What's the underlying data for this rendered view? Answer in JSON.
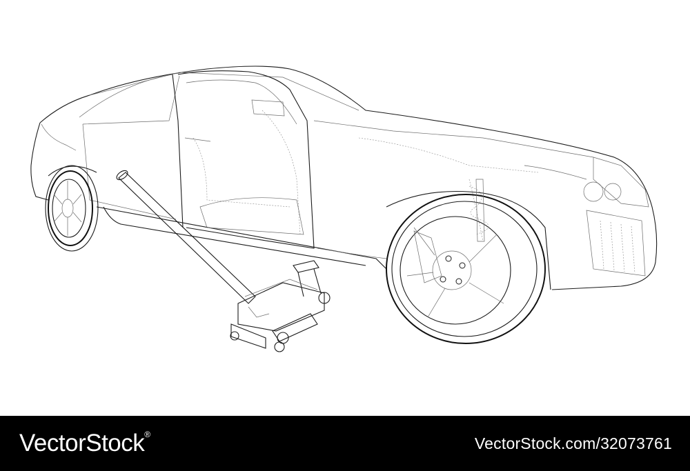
{
  "illustration": {
    "subject_icon": "car-with-floor-jack-wireframe"
  },
  "footer": {
    "brand": "VectorStock",
    "registered_mark": "®",
    "credit": "VectorStock.com/32073761",
    "background": "#000000",
    "text_color": "#ffffff"
  }
}
